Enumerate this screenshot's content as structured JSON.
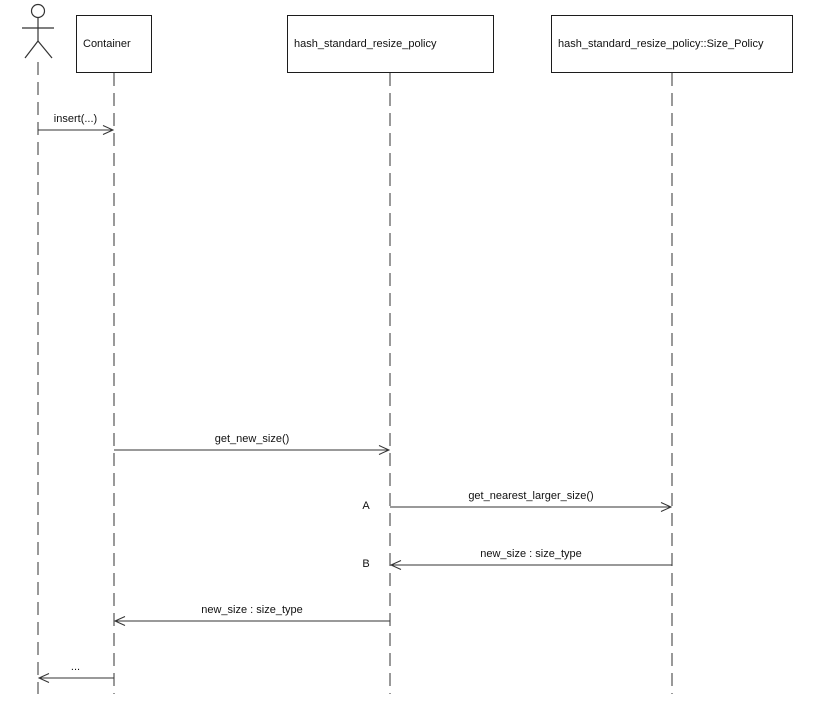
{
  "diagram": {
    "kind": "uml-sequence-diagram",
    "actor": {
      "name": "actor",
      "icon": "stick-figure-icon"
    },
    "participants": [
      {
        "label": "Container"
      },
      {
        "label": "hash_standard_resize_policy"
      },
      {
        "label": "hash_standard_resize_policy::Size_Policy"
      }
    ],
    "messages": [
      {
        "label": "insert(...)",
        "from": "actor",
        "to": "Container",
        "direction": "right"
      },
      {
        "label": "get_new_size()",
        "from": "Container",
        "to": "hash_standard_resize_policy",
        "direction": "right"
      },
      {
        "label": "get_nearest_larger_size()",
        "marker": "A",
        "from": "hash_standard_resize_policy",
        "to": "hash_standard_resize_policy::Size_Policy",
        "direction": "right"
      },
      {
        "label": "new_size : size_type",
        "marker": "B",
        "from": "hash_standard_resize_policy::Size_Policy",
        "to": "hash_standard_resize_policy",
        "direction": "left"
      },
      {
        "label": "new_size : size_type",
        "from": "hash_standard_resize_policy",
        "to": "Container",
        "direction": "left"
      },
      {
        "label": "...",
        "from": "Container",
        "to": "actor",
        "direction": "left"
      }
    ],
    "colors": {
      "background": "#ffffff",
      "line": "#333333",
      "box_border": "#1c1c1c",
      "text": "#111111"
    }
  }
}
